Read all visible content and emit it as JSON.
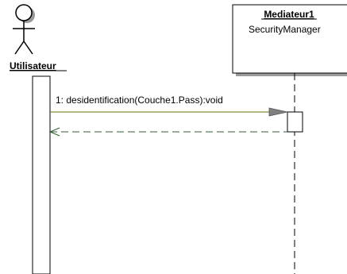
{
  "actor": {
    "name": "Utilisateur"
  },
  "object": {
    "instance_name": "Mediateur1",
    "class_name": "SecurityManager"
  },
  "messages": [
    {
      "label": "1: desidentification(Couche1.Pass):void",
      "kind": "synchronous-call"
    },
    {
      "label": "",
      "kind": "return"
    }
  ],
  "colors": {
    "call_line": "#6b6b00",
    "return_line": "#2f5f2f",
    "arrow_head": "#808080",
    "lifeline": "#000000"
  }
}
